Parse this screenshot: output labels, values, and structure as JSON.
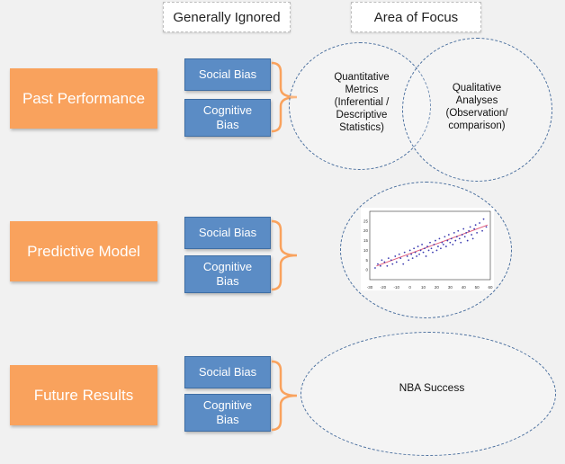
{
  "headers": {
    "generally_ignored": "Generally Ignored",
    "area_of_focus": "Area of Focus"
  },
  "rows": [
    {
      "label": "Past Performance",
      "social": "Social Bias",
      "cognitive": "Cognitive\nBias"
    },
    {
      "label": "Predictive Model",
      "social": "Social Bias",
      "cognitive": "Cognitive\nBias"
    },
    {
      "label": "Future Results",
      "social": "Social Bias",
      "cognitive": "Cognitive\nBias"
    }
  ],
  "focus": {
    "quantitative": "Quantitative\nMetrics\n(Inferential /\nDescriptive\nStatistics)",
    "qualitative": "Qualitative\nAnalyses\n(Observation/\ncomparison)",
    "outcome": "NBA Success"
  },
  "colors": {
    "orange": "#f9a25d",
    "blue": "#5b8cc5",
    "ellipse_border": "#4a6f9e",
    "scatter_point": "#3b3bb0",
    "trend_line": "#e05a7a"
  },
  "chart_data": {
    "type": "scatter",
    "title": "",
    "xlabel": "",
    "ylabel": "",
    "xlim": [
      -30,
      60
    ],
    "ylim": [
      -5,
      30
    ],
    "x_ticks": [
      "-30",
      "-20",
      "-10",
      "0",
      "10",
      "20",
      "30",
      "40",
      "50",
      "60"
    ],
    "y_ticks": [
      "0",
      "5",
      "10",
      "15",
      "20",
      "25"
    ],
    "grid": false,
    "trend": {
      "x": [
        -25,
        58
      ],
      "y": [
        2,
        23
      ]
    },
    "series": [
      {
        "x": [
          -26,
          -24,
          -22,
          -21,
          -19,
          -17,
          -16,
          -14,
          -13,
          -11,
          -10,
          -8,
          -7,
          -5,
          -4,
          -2,
          -1,
          0,
          1,
          2,
          3,
          4,
          5,
          6,
          7,
          8,
          9,
          10,
          11,
          12,
          13,
          14,
          15,
          16,
          17,
          18,
          19,
          20,
          21,
          22,
          23,
          24,
          25,
          26,
          27,
          28,
          29,
          30,
          31,
          32,
          33,
          34,
          35,
          36,
          37,
          38,
          39,
          40,
          41,
          42,
          43,
          44,
          45,
          46,
          47,
          48,
          49,
          50,
          52,
          54,
          55,
          57
        ],
        "y": [
          1,
          3,
          2,
          5,
          4,
          2,
          6,
          5,
          3,
          7,
          4,
          8,
          6,
          3,
          9,
          7,
          5,
          10,
          8,
          6,
          11,
          9,
          7,
          12,
          8,
          10,
          13,
          9,
          11,
          7,
          12,
          10,
          14,
          11,
          9,
          13,
          15,
          10,
          12,
          16,
          11,
          14,
          13,
          17,
          12,
          15,
          18,
          14,
          16,
          13,
          19,
          15,
          17,
          20,
          16,
          14,
          18,
          21,
          17,
          19,
          15,
          20,
          22,
          18,
          16,
          21,
          23,
          19,
          24,
          20,
          26,
          22
        ]
      }
    ]
  }
}
